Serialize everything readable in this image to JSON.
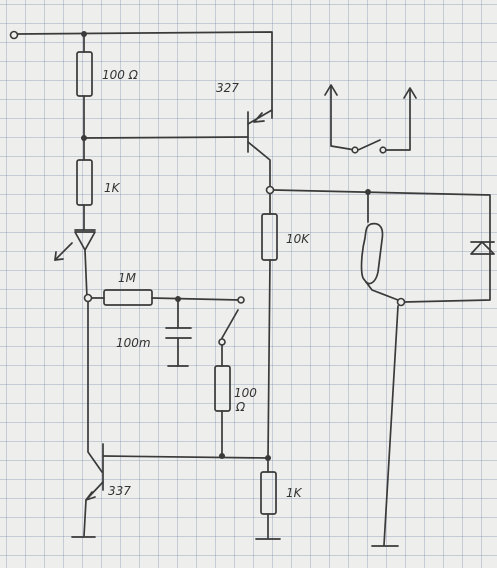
{
  "labels": {
    "r_100_top": "100 Ω",
    "r_1k_upper": "1K",
    "r_1m": "1M",
    "cap_100m": "100m",
    "r_100_mid_top": "100",
    "r_100_mid_bottom": "Ω",
    "r_10k": "10K",
    "r_1k_lower": "1K",
    "transistor_top": "327",
    "transistor_bottom": "337"
  },
  "colors": {
    "ink": "#3a3a3a",
    "paper": "#eeeeec",
    "grid": "#8c9ab0"
  }
}
